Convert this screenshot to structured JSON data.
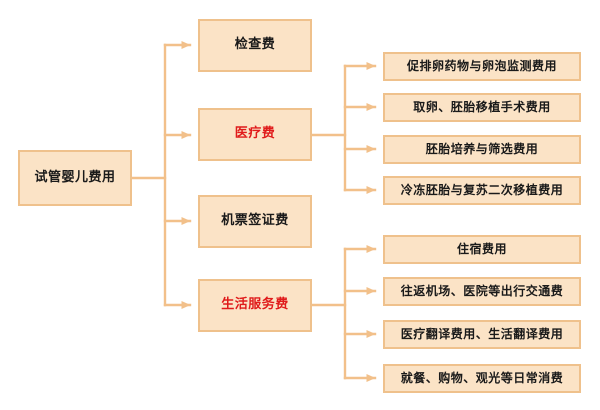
{
  "diagram": {
    "type": "tree-mindmap",
    "title": "试管婴儿费用",
    "colors": {
      "node_fill": "#FBE3C6",
      "node_border": "#EFC18C",
      "connector": "#F2C08A",
      "text": "#1a1a1a",
      "accent_text": "#E01B1B",
      "background": "#FFFFFF"
    },
    "root": {
      "label": "试管婴儿费用"
    },
    "branches": [
      {
        "label": "检查费",
        "accent": false,
        "children": []
      },
      {
        "label": "医疗费",
        "accent": true,
        "children": [
          {
            "label": "促排卵药物与卵泡监测费用"
          },
          {
            "label": "取卵、胚胎移植手术费用"
          },
          {
            "label": "胚胎培养与筛选费用"
          },
          {
            "label": "冷冻胚胎与复苏二次移植费用"
          }
        ]
      },
      {
        "label": "机票签证费",
        "accent": false,
        "children": []
      },
      {
        "label": "生活服务费",
        "accent": true,
        "children": [
          {
            "label": "住宿费用"
          },
          {
            "label": "往返机场、医院等出行交通费"
          },
          {
            "label": "医疗翻译费用、生活翻译费用"
          },
          {
            "label": "就餐、购物、观光等日常消费"
          }
        ]
      }
    ]
  }
}
